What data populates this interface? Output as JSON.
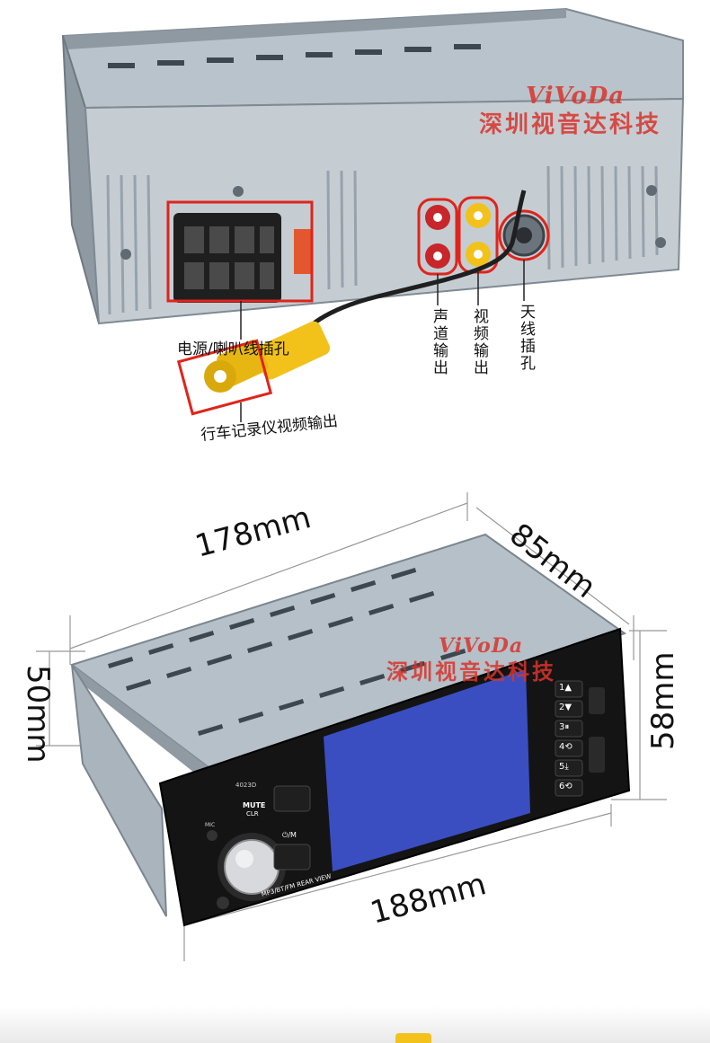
{
  "watermark": {
    "brand": "ViVoDa",
    "company": "深圳视音达科技"
  },
  "connectors": {
    "power_speaker": "电源/喇叭线插孔",
    "recorder_out": "行车记录仪视频输出",
    "audio_out": "声道输出",
    "video_out": "视频输出",
    "antenna": "天线插孔"
  },
  "dimensions": {
    "depth_case": "178mm",
    "width": "85mm",
    "height_case": "50mm",
    "height_panel": "58mm",
    "depth_total": "188mm"
  },
  "device": {
    "model": "4023D",
    "mute_label": "MUTE",
    "clr_label": "CLR",
    "mic_label": "MIC",
    "mode_label": "⏻/M",
    "footer": "MP3/BT/FM  REAR VIEW",
    "buttons": [
      "1▲",
      "2▼",
      "3⏸",
      "4⟲",
      "5⤓",
      "6⟲"
    ]
  },
  "colors": {
    "watermark": "#d9342b",
    "highlight_box": "#e0241b",
    "rca_red": "#c8262a",
    "rca_yellow": "#f2c21b",
    "metal": "#aab4bc"
  }
}
